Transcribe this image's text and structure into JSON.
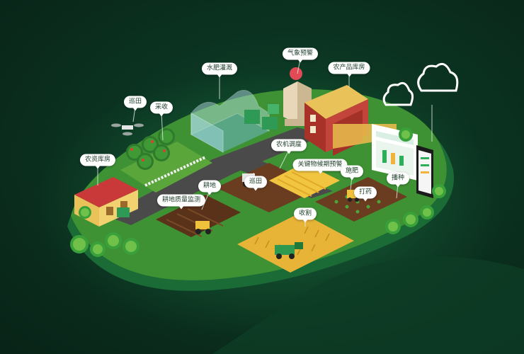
{
  "labels": {
    "weather_warning": "气象预警",
    "product_warehouse": "农产品库房",
    "fertigation": "水肥灌溉",
    "patrol_top": "巡田",
    "harvest_picking": "采收",
    "supply_warehouse": "农资库房",
    "machinery_dispatch": "农机调度",
    "critical_period_warning": "关键物候期预警",
    "patrol_field": "巡田",
    "fertilize": "施肥",
    "plowing": "耕地",
    "spraying": "打药",
    "sowing": "播种",
    "soil_quality_monitoring": "耕地质量监测",
    "harvest_reaping": "收割"
  },
  "colors": {
    "background": "#0a2d1c",
    "island_edge": "#1f7a3f",
    "island_top": "#3d8f34",
    "road": "#4a4a4a",
    "wheat": "#e7b437",
    "soil": "#6b3d20",
    "barn_red": "#b33a2e",
    "barn_roof": "#e9c35a",
    "cloud_glow": "#ffffff"
  },
  "icons": [
    "cloud-icon",
    "drone-icon",
    "tractor-icon",
    "harvester-icon",
    "tree-icon",
    "dashboard-screen",
    "phone-screen",
    "weather-station-icon"
  ]
}
